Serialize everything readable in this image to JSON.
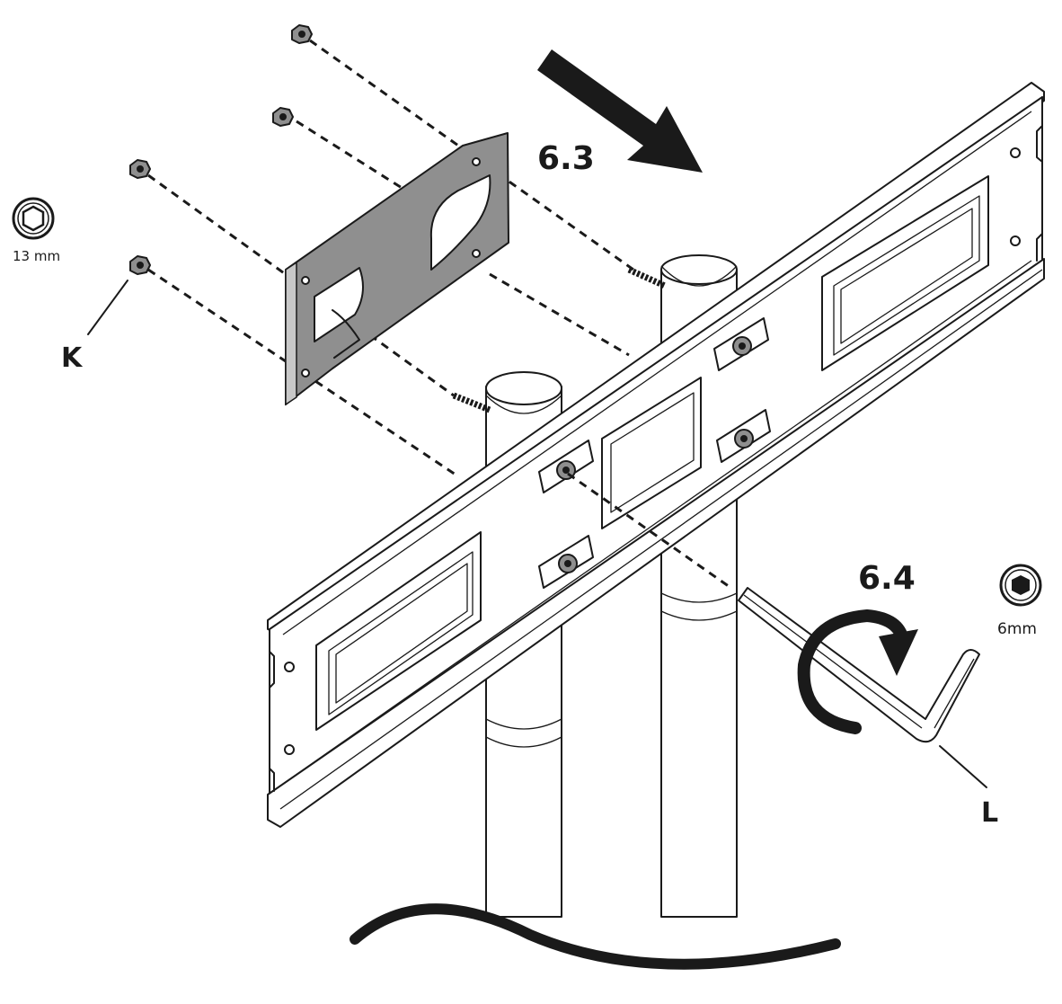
{
  "steps": {
    "step_a": "6.3",
    "step_b": "6.4"
  },
  "parts": {
    "nut_label": "K",
    "wrench_label": "L"
  },
  "tools": {
    "nut_socket_size": "13 mm",
    "hex_key_size": "6mm"
  },
  "colors": {
    "ink": "#1a1a1a",
    "bracket": "#8f8f8f",
    "background": "#ffffff"
  },
  "icons": {
    "nut_socket": "hexagon-socket-icon",
    "hex_key": "hex-key-icon",
    "motion_arrow": "arrow-icon",
    "rotate_arrow": "rotate-clockwise-icon"
  }
}
